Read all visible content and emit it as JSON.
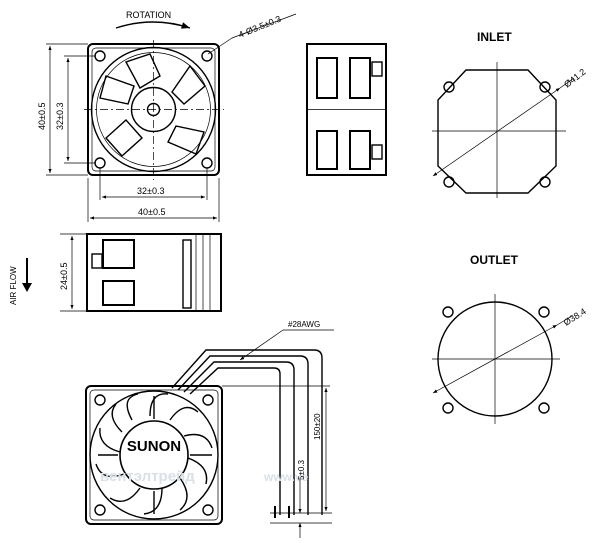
{
  "labels": {
    "rotation": "ROTATION",
    "hole_spec": "4-Ø3.5±0.3",
    "height_32": "32±0.3",
    "height_40": "40±0.5",
    "width_32": "32±0.3",
    "width_40": "40±0.5",
    "thickness": "24±0.5",
    "air_flow": "AIR FLOW",
    "inlet": "INLET",
    "outlet": "OUTLET",
    "inlet_dia": "Ø41.2",
    "outlet_dia": "Ø38.4",
    "wire_gauge": "#28AWG",
    "lead_length": "150±20",
    "strip_length": "5±0.3",
    "brand": "SUNON",
    "watermark_left": "вентэлтрейд",
    "watermark_right": "www.ve"
  }
}
